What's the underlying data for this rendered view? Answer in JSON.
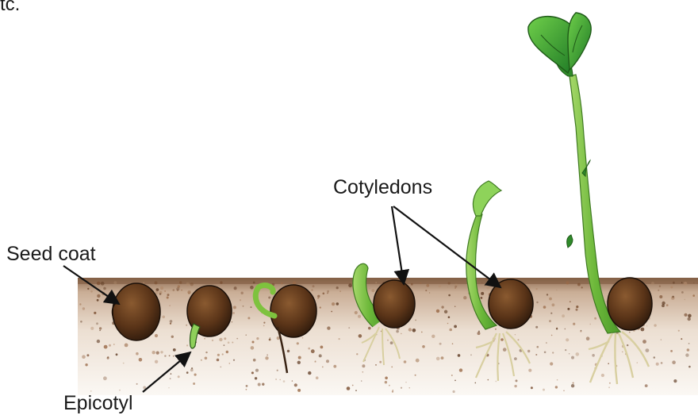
{
  "figure": {
    "top_fragment": "tc.",
    "labels": {
      "seed_coat": "Seed coat",
      "epicotyl": "Epicotyl",
      "cotyledons": "Cotyledons"
    },
    "stages": [
      "seed",
      "epicotyl-emerging",
      "hook",
      "cotyledons-lifting",
      "young-shoot",
      "seedling-with-leaves"
    ],
    "colors": {
      "soil_light": "#efe6dc",
      "soil_dark": "#8a5a3a",
      "seed_dark": "#4a2a14",
      "seed_mid": "#7a4a24",
      "stem_green": "#7ec23e",
      "leaf_dark": "#2f8a2a",
      "root": "#e8e0b8"
    }
  }
}
